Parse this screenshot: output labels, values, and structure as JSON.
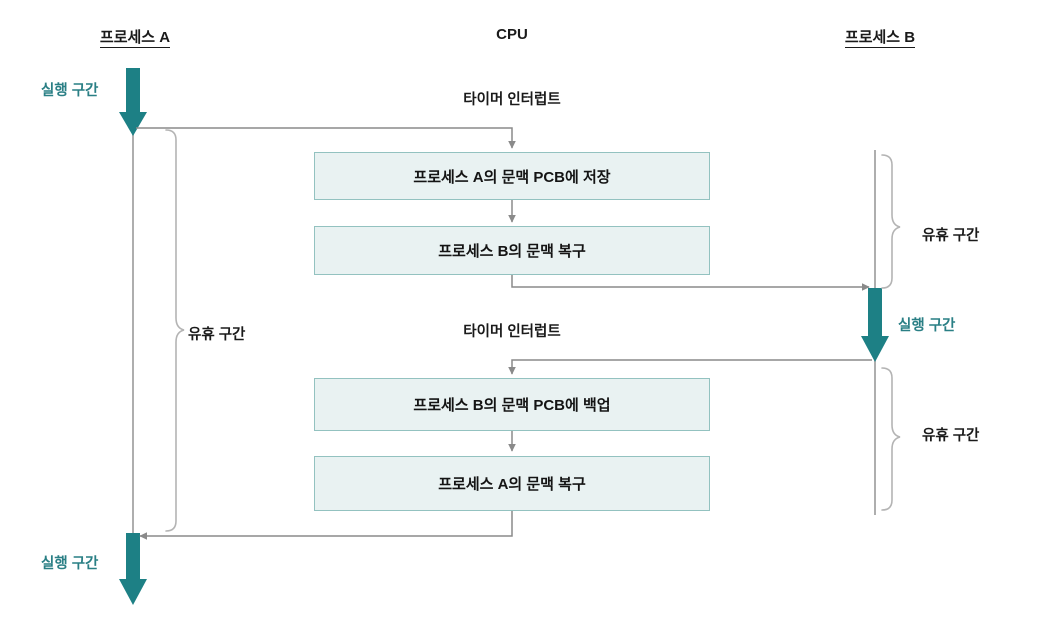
{
  "diagram": {
    "title_a": "프로세스 A",
    "title_cpu": "CPU",
    "title_b": "프로세스 B",
    "colors": {
      "teal_arrow": "#1d8085",
      "teal_text": "#2a7f85",
      "box_fill": "#e9f2f2",
      "box_border": "#93c2c0",
      "connector": "#8a8a8a",
      "bracket": "#b0b0b0",
      "text": "#141414",
      "background": "#ffffff"
    },
    "labels": {
      "run_a_top": "실행 구간",
      "run_a_bottom": "실행 구간",
      "run_b": "실행 구간",
      "idle_a": "유휴 구간",
      "idle_b_top": "유휴 구간",
      "idle_b_bottom": "유휴 구간",
      "timer_interrupt_1": "타이머 인터럽트",
      "timer_interrupt_2": "타이머 인터럽트"
    },
    "steps": [
      {
        "id": "save-a",
        "text": "프로세스 A의 문맥 PCB에 저장"
      },
      {
        "id": "restore-b",
        "text": "프로세스 B의 문맥 복구"
      },
      {
        "id": "backup-b",
        "text": "프로세스 B의 문맥 PCB에 백업"
      },
      {
        "id": "restore-a",
        "text": "프로세스 A의 문맥 복구"
      }
    ]
  }
}
